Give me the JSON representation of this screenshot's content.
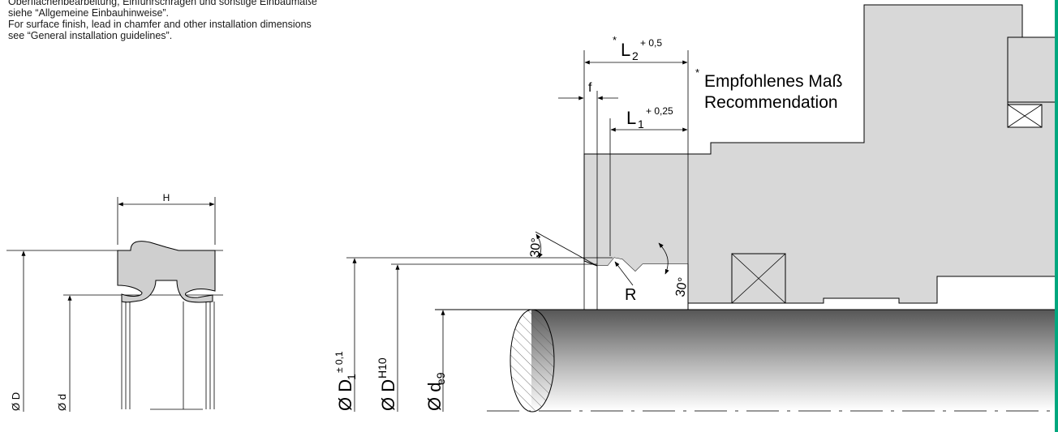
{
  "notes": {
    "de_line1": "Oberflächenbearbeitung, Einführschrägen und sonstige Einbaumaße",
    "de_line2": "siehe “Allgemeine Einbauhinweise”.",
    "en_line1": "For surface finish, lead in chamfer and other installation dimensions",
    "en_line2": "see “General installation guidelines”."
  },
  "seal_section": {
    "width_label": "H",
    "outer_dia_label": "Ø D",
    "inner_dia_label": "Ø d"
  },
  "installation": {
    "L2": {
      "base": "L",
      "sub": "2",
      "tol": "+ 0,5",
      "star": "*"
    },
    "L1": {
      "base": "L",
      "sub": "1",
      "tol": "+ 0,25"
    },
    "f_label": "f",
    "R_label": "R",
    "angle_top": "30°",
    "angle_bottom": "30°",
    "recommendation_line1": "Empfohlenes Maß",
    "recommendation_line2": "Recommendation",
    "recommendation_star": "*",
    "D1": {
      "base": "Ø D",
      "sub": "1",
      "sup": "± 0,1"
    },
    "DH10": {
      "base": "Ø D",
      "sup": "H10"
    },
    "de9": {
      "base": "Ø d",
      "sub": "e9"
    }
  },
  "colors": {
    "housing": "#d8d8d8",
    "seal": "#cfcfcf",
    "rod_top": "#5a5a5a",
    "rod_bottom": "#ffffff",
    "accent": "#00a77e"
  }
}
